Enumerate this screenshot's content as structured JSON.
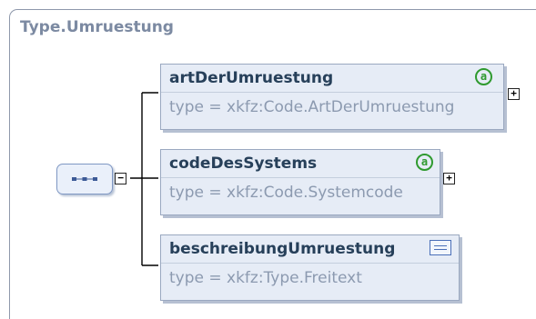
{
  "diagram": {
    "title": "Type.Umruestung",
    "sequence": {
      "icon": "sequence-compositor-icon",
      "collapse_symbol": "−"
    },
    "elements": [
      {
        "name": "artDerUmruestung",
        "type": "type = xkfz:Code.ArtDerUmruestung",
        "badge": "attribute-icon",
        "badge_text": "a",
        "expand_symbol": "+"
      },
      {
        "name": "codeDesSystems",
        "type": "type = xkfz:Code.Systemcode",
        "badge": "attribute-icon",
        "badge_text": "a",
        "expand_symbol": "+"
      },
      {
        "name": "beschreibungUmruestung",
        "type": "type = xkfz:Type.Freitext",
        "badge": "documentation-icon"
      }
    ],
    "colors": {
      "box_fill": "#e6ecf6",
      "box_border": "#9aa8c0",
      "title": "#7c8aa2",
      "attribute_badge": "#2f9a2f"
    }
  }
}
